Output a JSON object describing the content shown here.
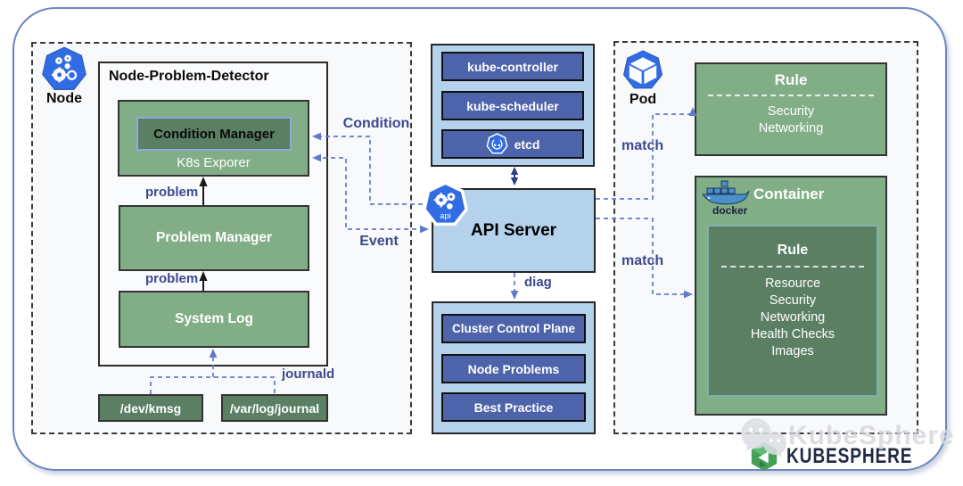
{
  "colors": {
    "green_medium": "#82ae87",
    "green_dark": "#5a7f63",
    "blue_light": "#b4d2ec",
    "blue_button": "#4d64ab",
    "k8s_blue": "#326ce5",
    "arrow_dashed": "#6379cd",
    "label_text": "#3b4a8f",
    "frame_border": "#6d87c3",
    "logo_green": "#45a158",
    "logo_navy": "#1f2a43"
  },
  "left": {
    "node_label": "Node",
    "npd_title": "Node-Problem-Detector",
    "condition_manager": "Condition Manager",
    "k8s_exporter": "K8s Exporer",
    "problem_top": "problem",
    "problem_manager": "Problem Manager",
    "problem_bottom": "problem",
    "system_log": "System Log",
    "journald": "journald",
    "kmsg": "/dev/kmsg",
    "journal": "/var/log/journal"
  },
  "middle": {
    "control_plane_items": [
      "kube-controller",
      "kube-scheduler",
      "etcd"
    ],
    "api_server": "API Server",
    "api_icon_text": "api",
    "diag": "diag",
    "diag_items": [
      "Cluster Control Plane",
      "Node Problems",
      "Best Practice"
    ]
  },
  "right": {
    "pod_label": "Pod",
    "rule_title": "Rule",
    "rule_items": [
      "Security",
      "Networking"
    ],
    "container_title": "Container",
    "docker_label": "docker",
    "inner_rule_title": "Rule",
    "inner_rule_items": [
      "Resource",
      "Security",
      "Networking",
      "Health Checks",
      "Images"
    ]
  },
  "edges": {
    "condition": "Condition",
    "event": "Event",
    "match_top": "match",
    "match_bottom": "match"
  },
  "branding": {
    "watermark": "KubeSphere",
    "logo_text": "KUBESPHERE"
  }
}
